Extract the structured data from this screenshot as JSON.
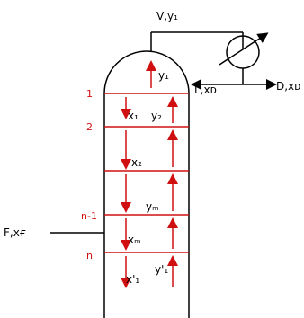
{
  "labels": {
    "vapor_out": "V,y₁",
    "y1": "y₁",
    "reflux": "L,xᴅ",
    "distillate": "D,xᴅ",
    "x1": "x₁",
    "y2": "y₂",
    "x2": "x₂",
    "ym": "yₘ",
    "xm": "xₘ",
    "feed": "F,xғ",
    "x_prime": "x'₁",
    "y_prime": "y'₁"
  },
  "plates": {
    "p1": "1",
    "p2": "2",
    "pn1": "n-1",
    "pn": "n"
  },
  "colors": {
    "line": "#000000",
    "tray": "#d01010",
    "arrow": "#d01010"
  }
}
